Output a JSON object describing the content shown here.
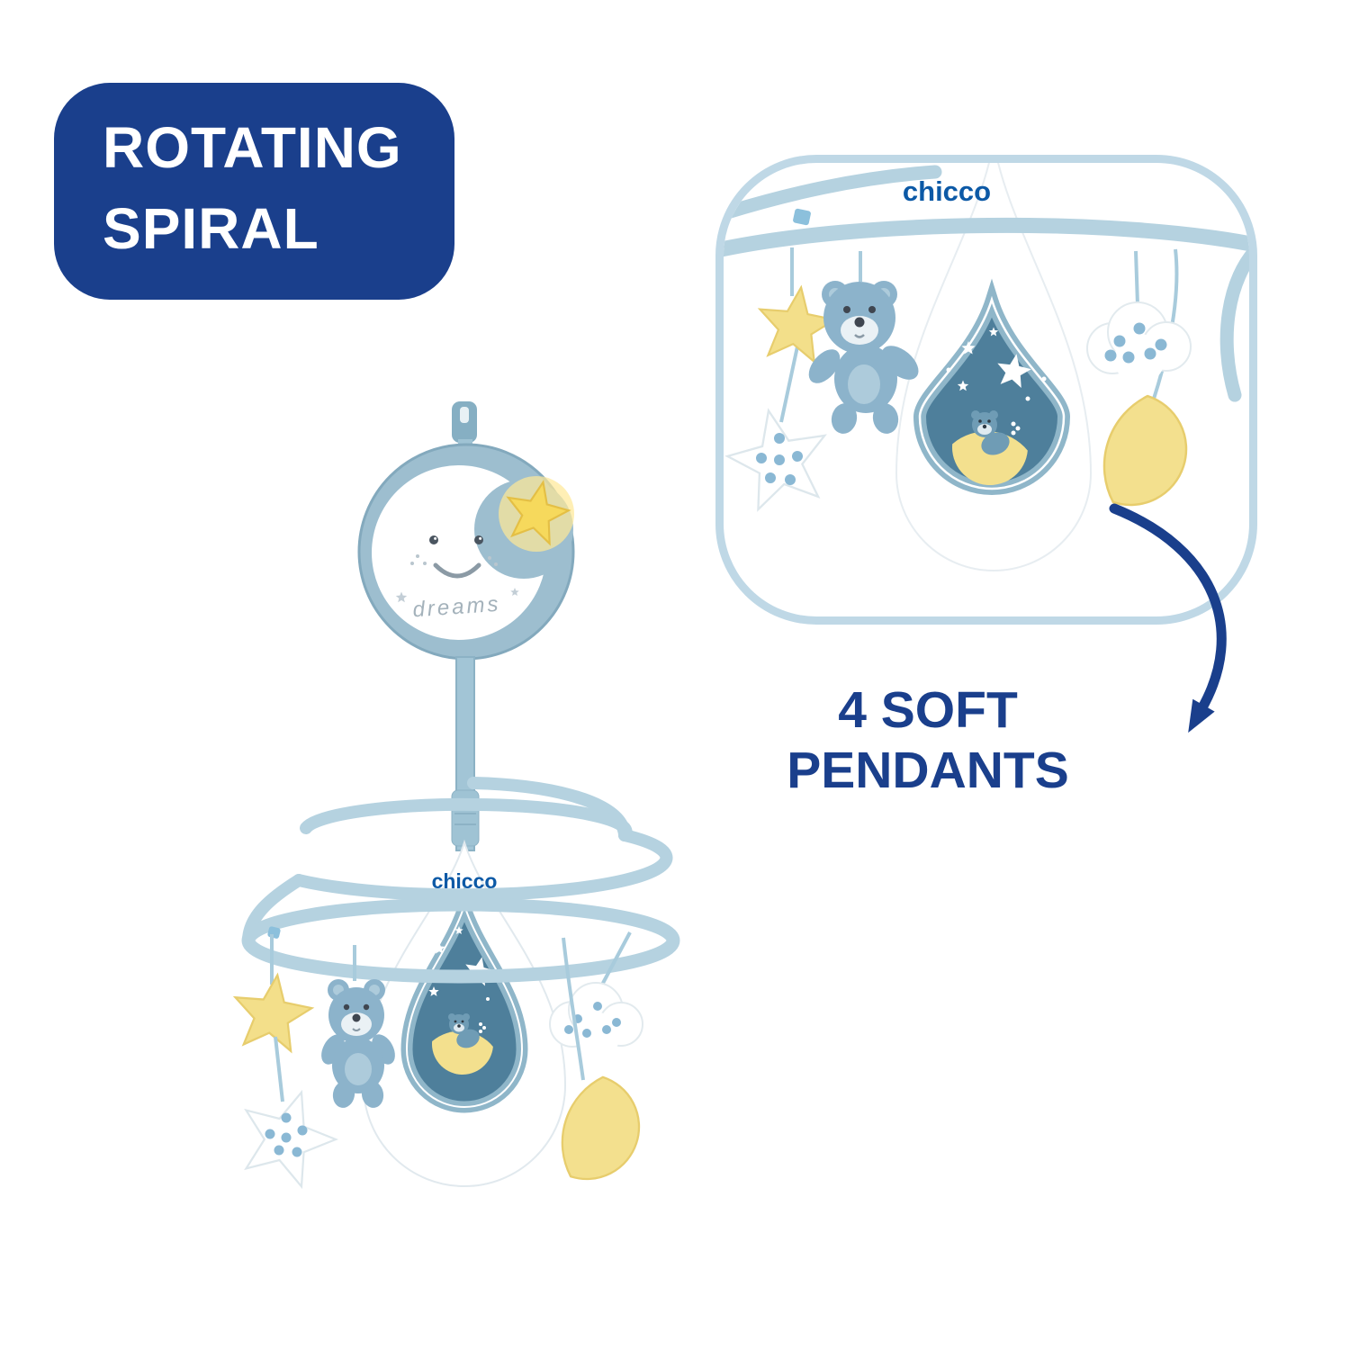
{
  "page": {
    "background_color": "#ffffff"
  },
  "badge": {
    "line1": "ROTATING",
    "line2": "SPIRAL",
    "background_color": "#1a3f8c",
    "text_color": "#ffffff"
  },
  "callout": {
    "line1": "4 SOFT",
    "line2": "PENDANTS",
    "text_color": "#1a3f8c"
  },
  "brand": {
    "logo_text": "chicco",
    "logo_color": "#0c59a6"
  },
  "product": {
    "music_box_text": "dreams",
    "pendant_icons": [
      "teddy-bear-pendant",
      "yellow-star-pendant",
      "polka-dot-star-pendant",
      "polka-dot-cloud-pendant",
      "yellow-moon-pendant"
    ],
    "colors": {
      "tube_blue": "#b5d2e0",
      "disc_blue": "#9dbecf",
      "star_yellow": "#f3df8a",
      "panel_blue": "#4e7f9b",
      "teddy_blue": "#8cb3cb",
      "polka_dot_blue": "#8ab8d4"
    }
  },
  "inset": {
    "border_color": "#bfd8e6"
  }
}
